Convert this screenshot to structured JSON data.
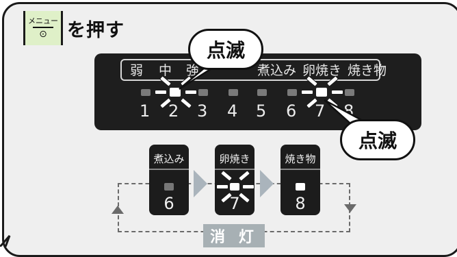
{
  "step": {
    "menu_button_top": "メニュー",
    "menu_button_icon": "⊙",
    "instruction": "を押す"
  },
  "panel": {
    "labels": [
      "弱",
      "中",
      "強",
      "煮込み",
      "卵焼き",
      "焼き物"
    ],
    "numbers": [
      "1",
      "2",
      "3",
      "4",
      "5",
      "6",
      "7",
      "8"
    ],
    "lit_levels": [
      "2",
      "7"
    ]
  },
  "callouts": {
    "upper": "点滅",
    "lower": "点滅"
  },
  "mode_buttons": [
    {
      "label": "煮込み",
      "number": "6",
      "led": "off"
    },
    {
      "label": "卵焼き",
      "number": "7",
      "led": "blinking"
    },
    {
      "label": "焼き物",
      "number": "8",
      "led": "on"
    }
  ],
  "off_label": "消 灯",
  "colors": {
    "panel": "#1e1e1e",
    "menu_button": "#dff0c8",
    "arrow": "#aab4bc",
    "off_badge": "#a7b0b4"
  }
}
